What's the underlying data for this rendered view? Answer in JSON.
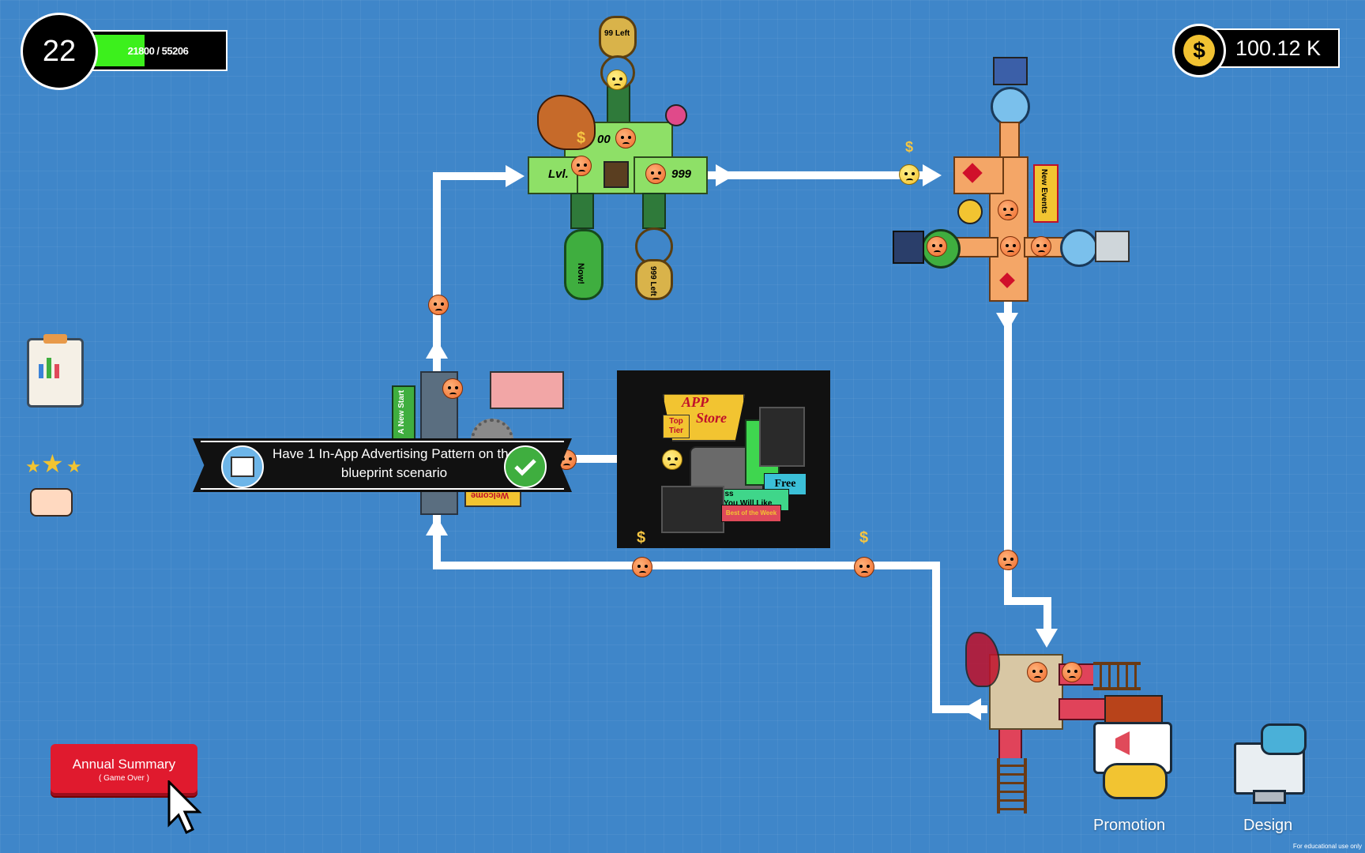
{
  "hud": {
    "level": "22",
    "xp_text": "21800 / 55206",
    "xp_current": 21800,
    "xp_total": 55206,
    "money": "100.12 K",
    "money_symbol": "$"
  },
  "nodes": {
    "green_left_label": "Lvl.",
    "green_right_label": "999",
    "green_top_label": "00",
    "token_top": "99 Left",
    "token_bottom_right": "999 Left",
    "token_bottom_left": "Now!",
    "orange_side_label": "New Events",
    "dark_side_label": "A New Start",
    "dark_bottom_label": "Welcome"
  },
  "store": {
    "title_line1": "APP",
    "title_line2": "Store",
    "top_tier": "Top Tier",
    "free": "Free",
    "guess_1": "Guess",
    "guess_2": "You Will Like",
    "best": "Best of the Week"
  },
  "banner": {
    "text": "Have 1 In-App Advertising Pattern on the blueprint scenario"
  },
  "sidebar": {
    "report_icon": "clipboard-chart-icon",
    "rating_icon": "stars-thumbs-up-icon"
  },
  "buttons": {
    "annual_summary_title": "Annual Summary",
    "annual_summary_sub": "( Game Over )",
    "promotion_label": "Promotion",
    "design_label": "Design"
  },
  "footer": {
    "edu": "For educational use only"
  },
  "colors": {
    "background": "#3f86c9",
    "xp_fill": "#3cf01c",
    "summary_button": "#e01a2e"
  }
}
